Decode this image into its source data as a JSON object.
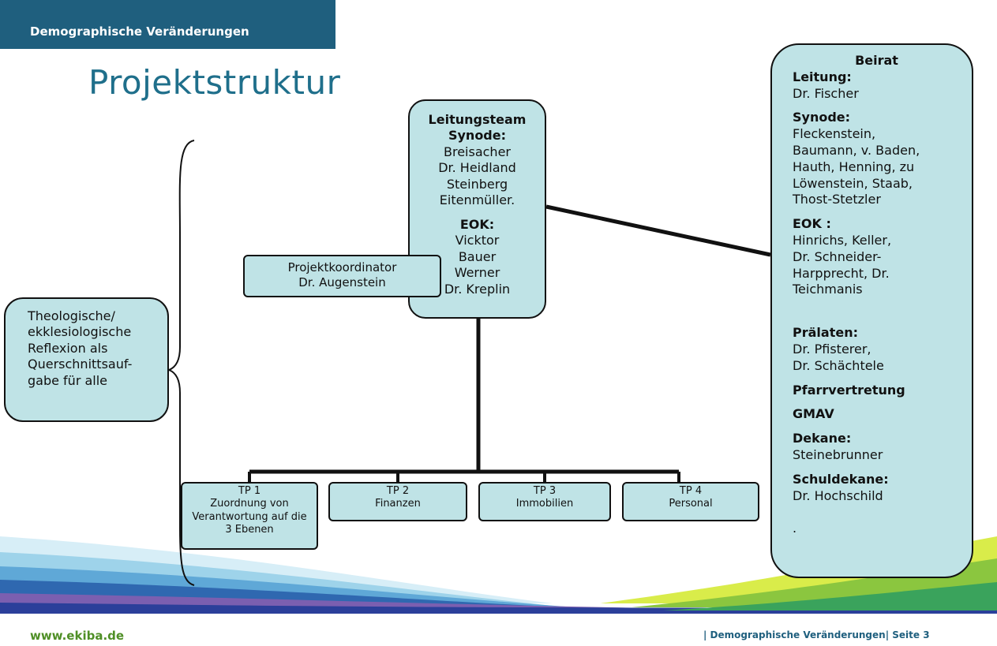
{
  "header": {
    "label": "Demographische Veränderungen"
  },
  "title": "Projektstruktur",
  "left_box": {
    "text": "Theologische/\nekklesiologische\nReflexion als\nQuerschnittsauf-\ngabe für alle"
  },
  "lead_box": {
    "heading": "Leitungsteam",
    "synode_label": "Synode:",
    "synode_members": "Breisacher\nDr. Heidland\nSteinberg\nEitenmüller.",
    "eok_label": "EOK:",
    "eok_members": "Vicktor\nBauer\nWerner\nDr. Kreplin"
  },
  "coordinator": {
    "title": "Projektkoordinator",
    "name": "Dr. Augenstein"
  },
  "tps": [
    {
      "number": "TP 1",
      "label": "Zuordnung von\nVerantwortung auf die\n3 Ebenen"
    },
    {
      "number": "TP 2",
      "label": "Finanzen"
    },
    {
      "number": "TP 3",
      "label": "Immobilien"
    },
    {
      "number": "TP 4",
      "label": "Personal"
    }
  ],
  "beirat": {
    "title": "Beirat",
    "sections": [
      {
        "heading": "Leitung:",
        "text": "Dr. Fischer"
      },
      {
        "heading": "Synode:",
        "text": "Fleckenstein,\nBaumann, v. Baden,\nHauth, Henning, zu\nLöwenstein, Staab,\nThost-Stetzler"
      },
      {
        "heading": "EOK :",
        "text": "Hinrichs, Keller,\nDr. Schneider-\nHarpprecht, Dr.\nTeichmanis"
      },
      {
        "heading": "Prälaten:",
        "text": "Dr. Pfisterer,\nDr. Schächtele"
      },
      {
        "heading": "Pfarrvertretung",
        "text": ""
      },
      {
        "heading": "GMAV",
        "text": ""
      },
      {
        "heading": "Dekane:",
        "text": "Steinebrunner"
      },
      {
        "heading": "Schuldekane:",
        "text": "Dr. Hochschild\n\n."
      }
    ]
  },
  "footer": {
    "website": "www.ekiba.de",
    "page_info": "| Demographische Veränderungen| Seite 3"
  },
  "colors": {
    "header_band": "#1f5f7e",
    "title": "#1f6f8b",
    "box_fill": "#bfe3e6",
    "website": "#4f8f26"
  }
}
